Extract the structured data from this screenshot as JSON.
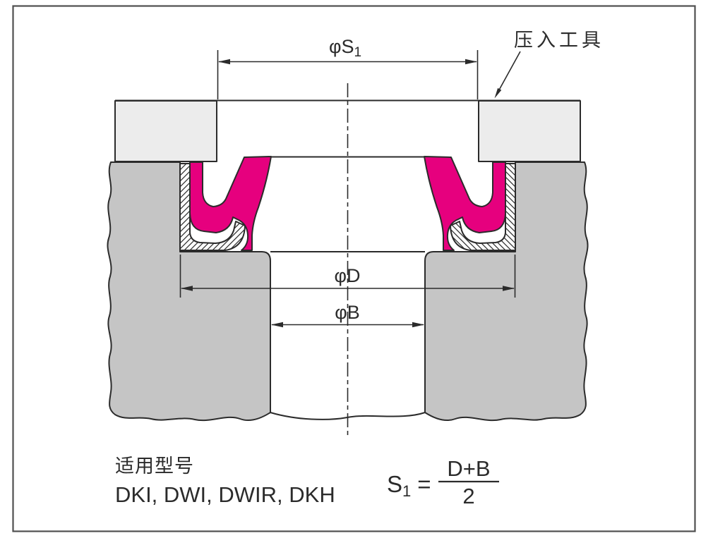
{
  "figure": {
    "tool_callout": "压入工具",
    "dims": {
      "s1_base": "φS",
      "s1_sub": "1",
      "d": "φD",
      "b": "φB"
    },
    "notes": {
      "heading": "适用型号",
      "models": "DKI, DWI, DWIR, DKH"
    },
    "formula": {
      "lhs_base": "S",
      "lhs_sub": "1",
      "eq": "=",
      "numerator": "D+B",
      "denominator": "2"
    },
    "colors": {
      "seal_pink": "#e6007e",
      "housing_gray": "#c5c5c5",
      "tool_gray": "#ececec",
      "line": "#2b2b2b"
    }
  }
}
